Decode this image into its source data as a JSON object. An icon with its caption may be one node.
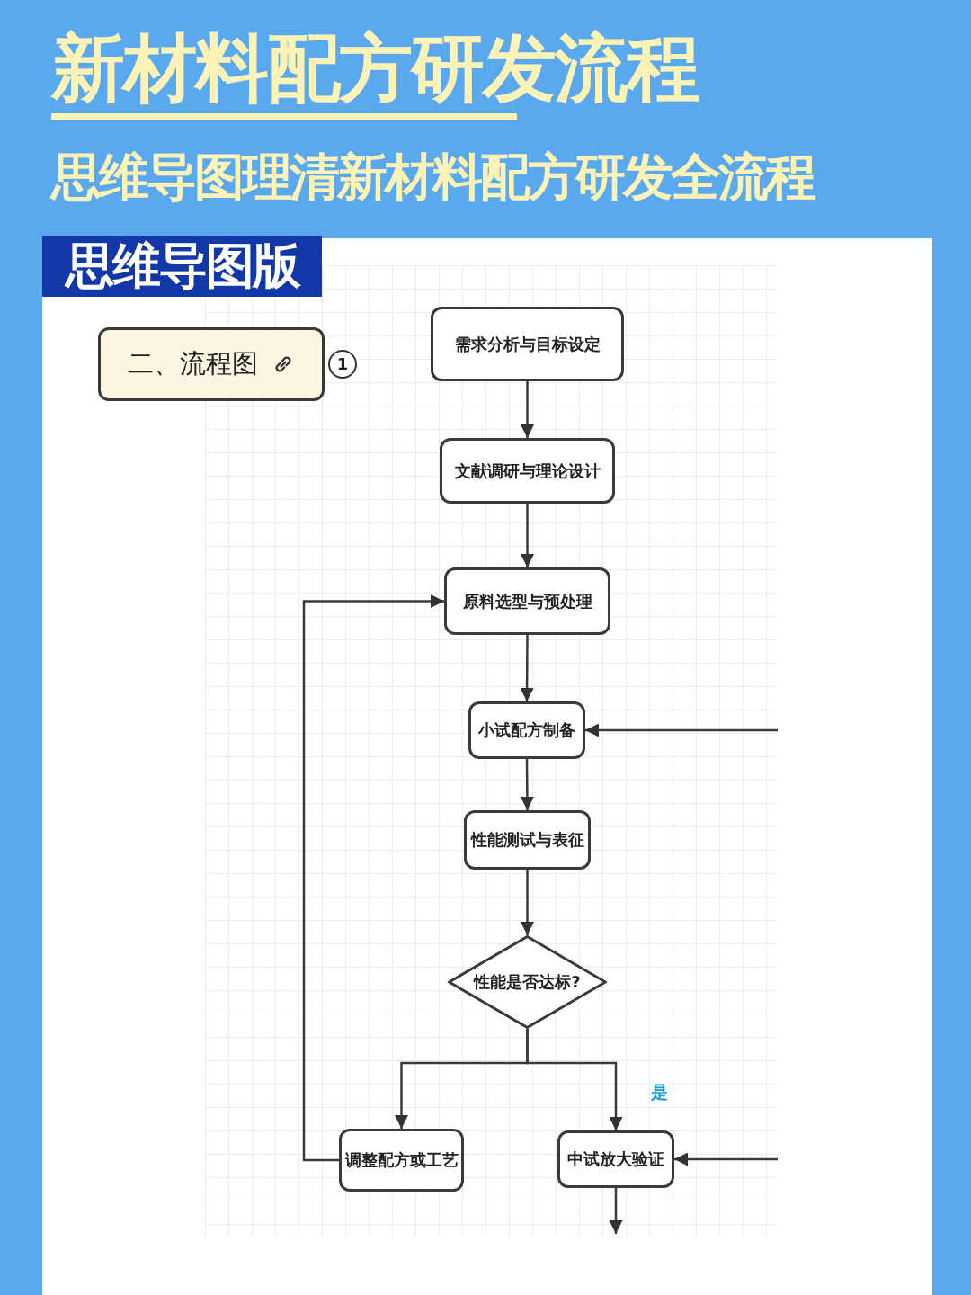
{
  "diagram": {
    "title": "新材料配方研发流程",
    "nodes": [
      {
        "text": [
          "二、流程图"
        ],
        "beside": [
          "1"
        ]
      },
      {
        "text": [
          "需求分析与目标设定"
        ]
      },
      {
        "text": [
          "文献调研与理论设计"
        ]
      },
      {
        "text": [
          "原料选型与预处理"
        ]
      },
      {
        "text": [
          "小试配方制备"
        ]
      },
      {
        "text": [
          "性能测试与表征"
        ]
      },
      {
        "text": [
          "性能是否达标?"
        ]
      },
      {
        "text": [
          "调整配方或工艺"
        ]
      },
      {
        "text": [
          "中试放大验证"
        ]
      }
    ],
    "edges": [
      {
        "from": 1,
        "to": 2,
        "arrow": "to"
      },
      {
        "from": 2,
        "to": 3,
        "arrow": "to"
      },
      {
        "from": 3,
        "to": 4,
        "arrow": "to"
      },
      {
        "from": 4,
        "to": 5,
        "arrow": "to"
      },
      {
        "from": 5,
        "to": 6,
        "arrow": "to"
      },
      {
        "from": 6,
        "to": 7,
        "arrow": "to"
      },
      {
        "from": 6,
        "to": 8,
        "arrow": "to",
        "label": "是"
      },
      {
        "from": 7,
        "to": 3,
        "arrow": "to"
      },
      {
        "from": null,
        "to": 4,
        "arrow": "to"
      },
      {
        "from": null,
        "to": 8,
        "arrow": "to"
      },
      {
        "from": 8,
        "to": null,
        "arrow": "to"
      }
    ],
    "labels": [
      "思维导图理清新材料配方研发全流程",
      "思维导图版"
    ]
  }
}
